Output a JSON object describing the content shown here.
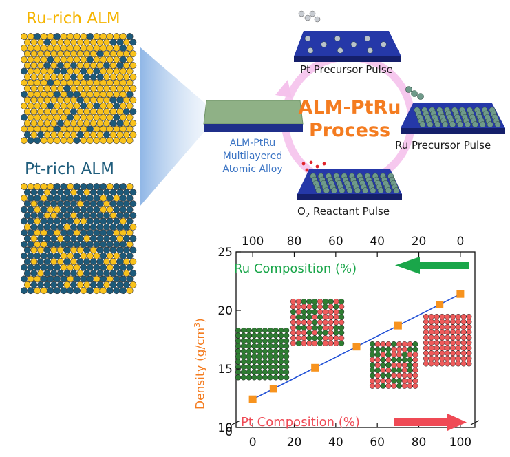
{
  "left": {
    "ru_rich": {
      "title": "Ru-rich ALM",
      "title_color": "#f5b400",
      "majority_color": "#f9c21c",
      "minority_color": "#1d5a7a"
    },
    "pt_rich": {
      "title": "Pt-rich ALM",
      "title_color": "#1f5d7c",
      "majority_color": "#1d5a7a",
      "minority_color": "#f9c21c"
    }
  },
  "process": {
    "title_line1": "ALM-PtRu",
    "title_line2": "Process",
    "steps": {
      "pt": "Pt Precursor Pulse",
      "ru": "Ru Precursor Pulse",
      "o2_prefix": "O",
      "o2_sub": "2",
      "o2_suffix": " Reactant Pulse"
    },
    "alloy_lines": [
      "ALM-PtRu",
      "Multilayered",
      "Atomic Alloy"
    ]
  },
  "chart_data": {
    "type": "scatter",
    "x": [
      0,
      10,
      30,
      50,
      70,
      90,
      100
    ],
    "y": [
      12.4,
      13.3,
      15.1,
      16.9,
      18.7,
      20.5,
      21.4
    ],
    "fit_line": {
      "x": [
        0,
        100
      ],
      "y": [
        12.4,
        21.4
      ],
      "color": "#1f4fd6"
    },
    "marker_color": "#f7931e",
    "xlabel": "Pt Composition (%)",
    "xlabel_color": "#ef4a55",
    "x_ticks": [
      0,
      20,
      40,
      60,
      80,
      100
    ],
    "top_xlabel": "Ru Composition (%)",
    "top_xlabel_color": "#1aa64a",
    "top_ticks": [
      100,
      80,
      60,
      40,
      20,
      0
    ],
    "ylabel_main": "Density (g/cm",
    "ylabel_sup": "3",
    "ylabel_close": ")",
    "ylabel_color": "#f47c20",
    "y_ticks": [
      10,
      15,
      20,
      25
    ],
    "y_zero": "0",
    "xlim": [
      -8,
      107
    ],
    "ylim": [
      10,
      25
    ]
  }
}
